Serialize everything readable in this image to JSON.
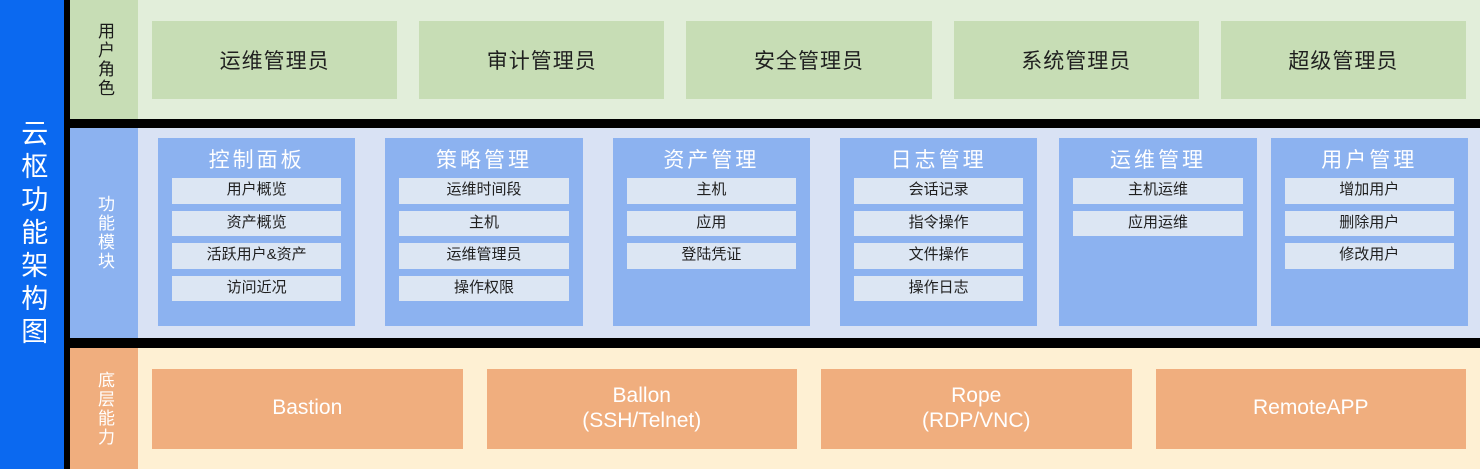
{
  "title": "云枢功能架构图",
  "colors": {
    "brand_blue": "#0B69F0",
    "role_band": "#E2EEDA",
    "role_card": "#C7DDB5",
    "module_band": "#D9E2F4",
    "module_card": "#8CB2F0",
    "module_item": "#DCE6F3",
    "base_band": "#FEF0D3",
    "base_card": "#F0AE7E",
    "separator": "#000000"
  },
  "rows": {
    "roles": {
      "label": "用户角色",
      "cards": [
        {
          "label": "运维管理员"
        },
        {
          "label": "审计管理员"
        },
        {
          "label": "安全管理员"
        },
        {
          "label": "系统管理员"
        },
        {
          "label": "超级管理员"
        }
      ]
    },
    "modules": {
      "label": "功能模块",
      "columns": [
        {
          "title": "控制面板",
          "framed": true,
          "items": [
            "用户概览",
            "资产概览",
            "活跃用户&资产",
            "访问近况"
          ]
        },
        {
          "title": "策略管理",
          "framed": true,
          "items": [
            "运维时间段",
            "主机",
            "运维管理员",
            "操作权限"
          ]
        },
        {
          "title": "资产管理",
          "framed": true,
          "items": [
            "主机",
            "应用",
            "登陆凭证"
          ]
        },
        {
          "title": "日志管理",
          "framed": true,
          "items": [
            "会话记录",
            "指令操作",
            "文件操作",
            "操作日志"
          ]
        },
        {
          "title": "运维管理",
          "framed": false,
          "items": [
            "主机运维",
            "应用运维"
          ]
        },
        {
          "title": "用户管理",
          "framed": false,
          "items": [
            "增加用户",
            "删除用户",
            "修改用户"
          ]
        }
      ]
    },
    "base": {
      "label": "底层能力",
      "cards": [
        {
          "label": "Bastion"
        },
        {
          "label": "Ballon\n(SSH/Telnet)"
        },
        {
          "label": "Rope\n(RDP/VNC)"
        },
        {
          "label": "RemoteAPP"
        }
      ]
    }
  }
}
